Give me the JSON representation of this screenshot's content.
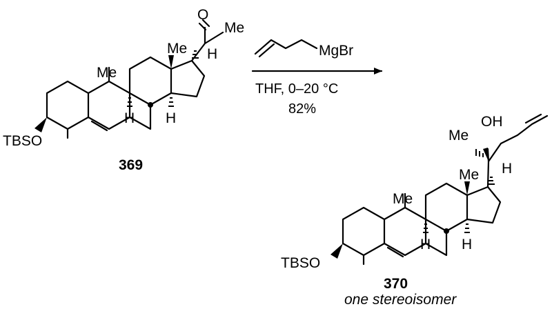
{
  "reactant": {
    "compound_number": "369",
    "labels": {
      "oxygen": "O",
      "acetyl_methyl": "Me",
      "angular_methyl_c13": "Me",
      "angular_methyl_c10": "Me",
      "h_c17": "H",
      "h_c9": "H",
      "h_c14": "H",
      "protecting_group": "TBSO"
    }
  },
  "reagent": {
    "grignard": "MgBr",
    "solvent_temp": "THF, 0–20 °C",
    "yield": "82%"
  },
  "product": {
    "compound_number": "370",
    "note": "one stereoisomer",
    "labels": {
      "hydroxyl": "OH",
      "carbinol_methyl": "Me",
      "angular_methyl_c13": "Me",
      "angular_methyl_c10": "Me",
      "h_c17": "H",
      "h_c9": "H",
      "h_c14": "H",
      "protecting_group": "TBSO"
    }
  }
}
